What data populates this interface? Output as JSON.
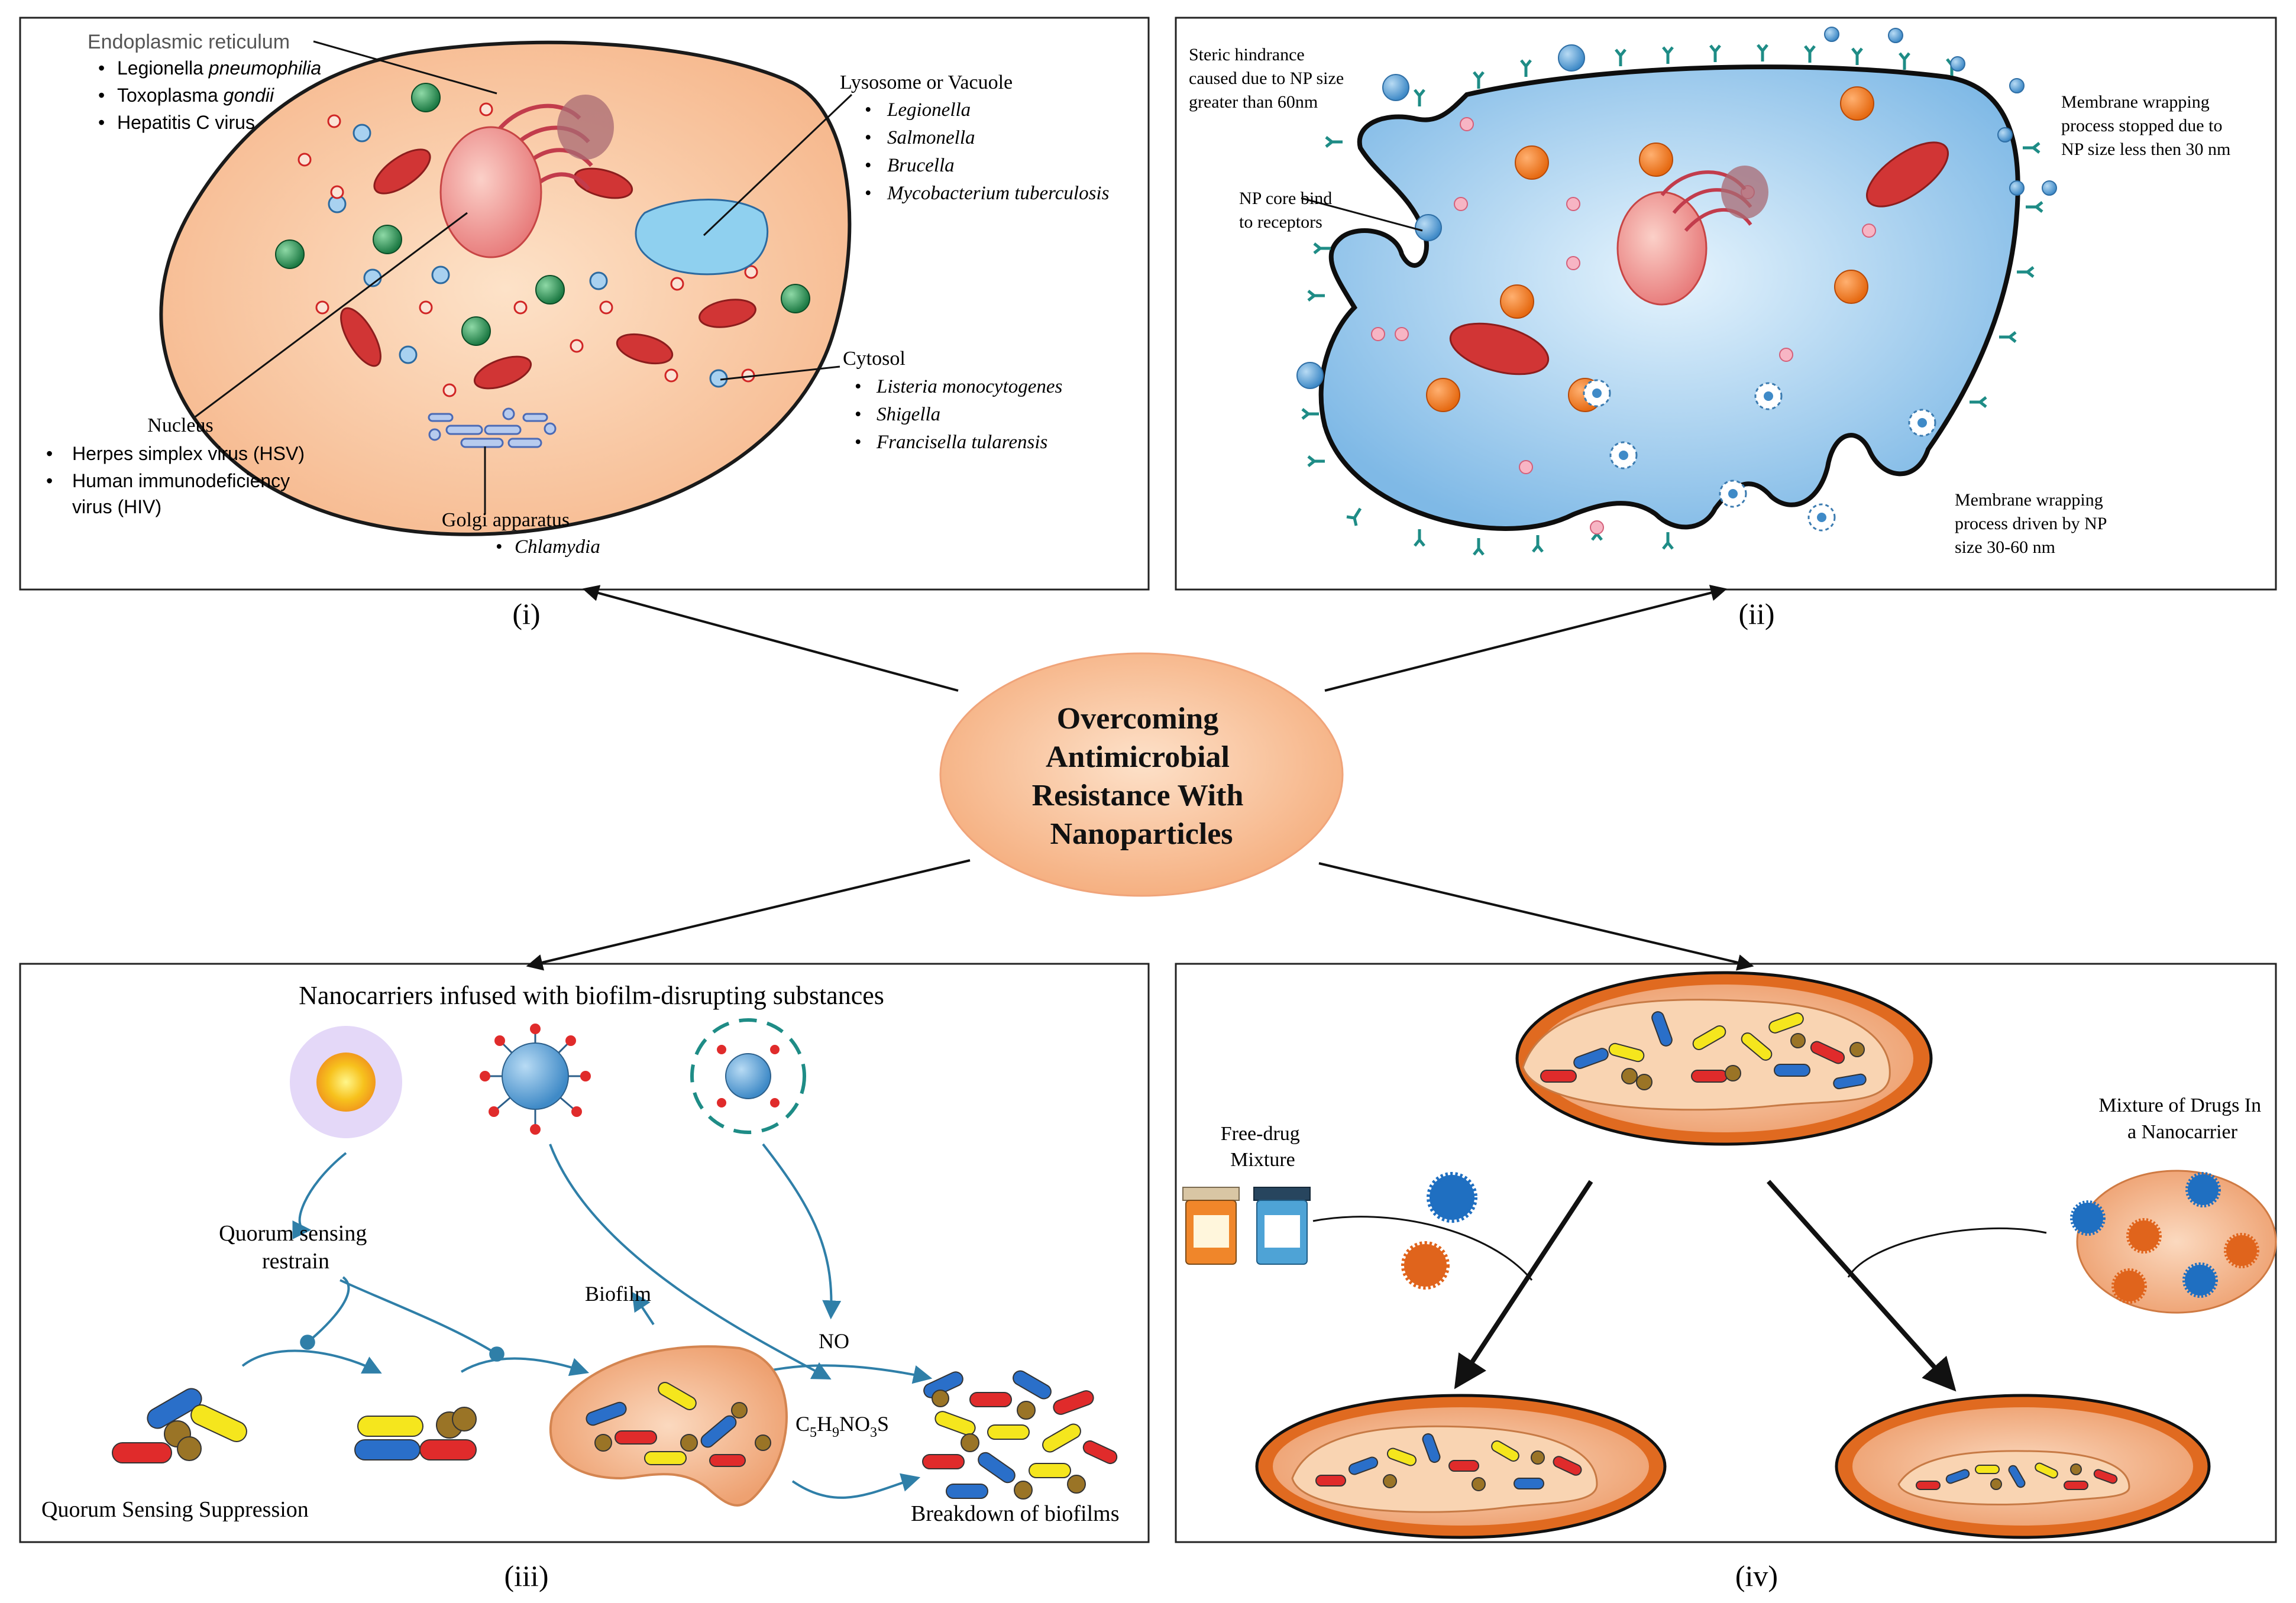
{
  "center": {
    "line1": "Overcoming",
    "line2": "Antimicrobial",
    "line3": "Resistance With",
    "line4": "Nanoparticles"
  },
  "panel_i": {
    "label": "(i)",
    "er": {
      "title": "Endoplasmic reticulum",
      "items": [
        {
          "plain": "Legionella ",
          "ital": "pneumophilia"
        },
        {
          "plain": "Toxoplasma ",
          "ital": "gondii"
        },
        {
          "plain": "Hepatitis C virus",
          "ital": ""
        }
      ]
    },
    "lysosome": {
      "title": "Lysosome or Vacuole",
      "items": [
        "Legionella",
        "Salmonella",
        "Brucella",
        "Mycobacterium tuberculosis"
      ]
    },
    "cytosol": {
      "title": "Cytosol",
      "items": [
        "Listeria monocytogenes",
        "Shigella",
        "Francisella tularensis"
      ]
    },
    "nucleus": {
      "title": "Nucleus",
      "item1": "Herpes simplex virus (HSV)",
      "item2a": "Human immunodeficiency",
      "item2b": "virus (HIV)"
    },
    "golgi": {
      "title": "Golgi apparatus",
      "item": "Chlamydia"
    }
  },
  "panel_ii": {
    "label": "(ii)",
    "steric": [
      "Steric hindrance",
      "caused due to NP size",
      "greater than 60nm"
    ],
    "npcore": [
      "NP core bind",
      "to receptors"
    ],
    "stopped": [
      "Membrane wrapping",
      "process stopped due to",
      "NP size less then 30 nm"
    ],
    "driven": [
      "Membrane wrapping",
      "process driven by NP",
      "size 30-60 nm"
    ]
  },
  "panel_iii": {
    "label": "(iii)",
    "title": "Nanocarriers  infused with biofilm-disrupting substances",
    "quorum_restrain": [
      "Quorum sensing",
      "restrain"
    ],
    "biofilm": "Biofilm",
    "no": "NO",
    "formula_main": "C",
    "formula_sub1": "5",
    "formula_h": "H",
    "formula_sub2": "9",
    "formula_rest": "NO",
    "formula_sub3": "3",
    "formula_s": "S",
    "suppression": "Quorum Sensing Suppression",
    "breakdown": "Breakdown of biofilms"
  },
  "panel_iv": {
    "label": "(iv)",
    "free_drug": [
      "Free-drug",
      "Mixture"
    ],
    "mixture": [
      "Mixture of Drugs In",
      "a Nanocarrier"
    ]
  },
  "colors": {
    "cell_fill": "#f9c8a0",
    "cell_blue": "#9fcdec",
    "center_fill": "#f6b183",
    "mito": "#d83a3a",
    "teal": "#1e8c86",
    "arrow": "#2f7fa8",
    "pill_red": "#e02b2b",
    "pill_blue": "#2a6fc9",
    "pill_yellow": "#f5e61d",
    "pill_brown": "#9a7426"
  }
}
